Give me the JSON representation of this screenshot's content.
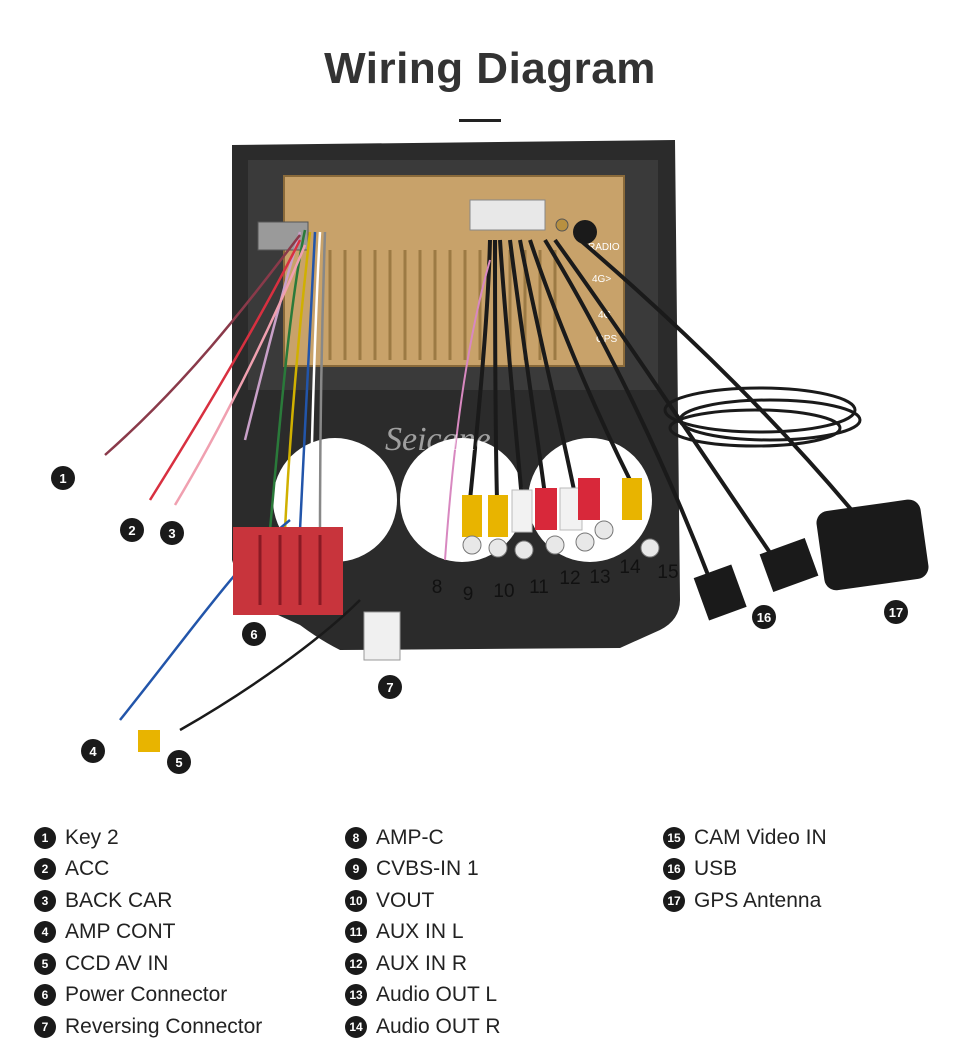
{
  "title": "Wiring Diagram",
  "watermark": "Seicane",
  "unit_labels": {
    "radio": "RADIO",
    "four_g_top": "4G>",
    "four_g": "4G",
    "gps": "GPS"
  },
  "legend": [
    {
      "num": "1",
      "label": "Key 2"
    },
    {
      "num": "2",
      "label": "ACC"
    },
    {
      "num": "3",
      "label": "BACK CAR"
    },
    {
      "num": "4",
      "label": "AMP CONT"
    },
    {
      "num": "5",
      "label": "CCD AV IN"
    },
    {
      "num": "6",
      "label": "Power Connector"
    },
    {
      "num": "7",
      "label": "Reversing Connector"
    },
    {
      "num": "8",
      "label": "AMP-C"
    },
    {
      "num": "9",
      "label": "CVBS-IN 1"
    },
    {
      "num": "10",
      "label": "VOUT"
    },
    {
      "num": "11",
      "label": "AUX IN L"
    },
    {
      "num": "12",
      "label": "AUX IN R"
    },
    {
      "num": "13",
      "label": "Audio OUT L"
    },
    {
      "num": "14",
      "label": "Audio OUT R"
    },
    {
      "num": "15",
      "label": "CAM Video IN"
    },
    {
      "num": "16",
      "label": "USB"
    },
    {
      "num": "17",
      "label": "GPS Antenna"
    }
  ],
  "colors": {
    "frame": "#2b2b2b",
    "board": "#c8a26a",
    "harness_red": "#c8343c",
    "rca_yellow": "#e8b400",
    "rca_red": "#d8283a",
    "rca_white": "#f2f2f2",
    "badge": "#1a1a1a"
  }
}
